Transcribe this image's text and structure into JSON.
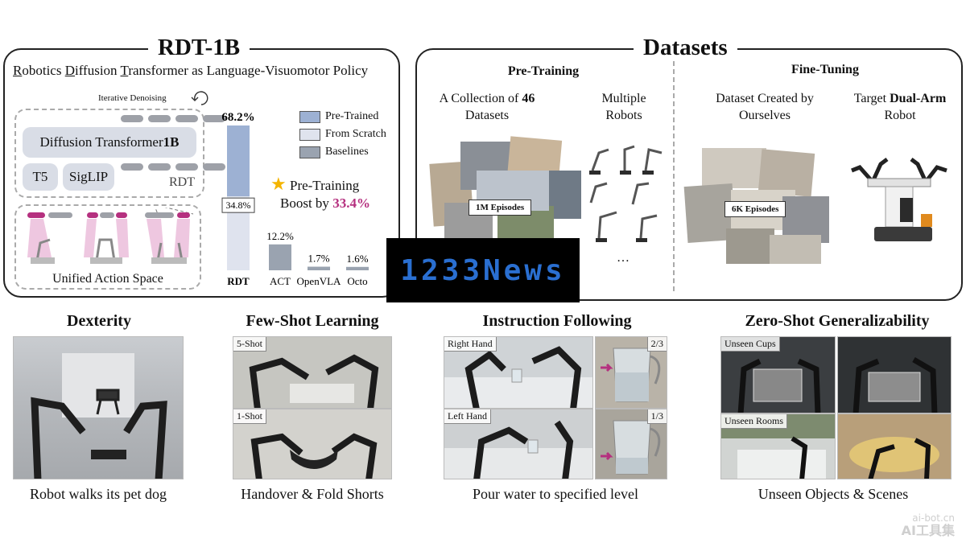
{
  "rdt": {
    "title": "RDT-1B",
    "subtitle_parts": [
      "R",
      "obotics ",
      "D",
      "iffusion ",
      "T",
      "ransformer as Language-Visuomotor Policy"
    ],
    "iterative_denoising": "Iterative Denoising",
    "diffusion_transformer": "Diffusion Transformer ",
    "diffusion_size": "1B",
    "t5": "T5",
    "siglip": "SigLIP",
    "rdt_label": "RDT",
    "unified_action_space": "Unified Action Space"
  },
  "chart_data": {
    "type": "bar",
    "categories": [
      "RDT",
      "ACT",
      "OpenVLA",
      "Octo"
    ],
    "series": [
      {
        "name": "Pre-Trained",
        "values": [
          68.2,
          null,
          null,
          null
        ]
      },
      {
        "name": "From Scratch",
        "values": [
          34.8,
          null,
          null,
          null
        ]
      },
      {
        "name": "Baselines",
        "values": [
          null,
          12.2,
          1.7,
          1.6
        ]
      }
    ],
    "value_labels": [
      "68.2%",
      "34.8%",
      "12.2%",
      "1.7%",
      "1.6%"
    ],
    "ylim": [
      0,
      68.2
    ],
    "colors": {
      "Pre-Trained": "#9db1d3",
      "From Scratch": "#dfe3ee",
      "Baselines": "#9aa3b0"
    },
    "legend_placement": "top-right",
    "annotation": {
      "text": "Pre-Training",
      "text2": "Boost by ",
      "value": "33.4%"
    }
  },
  "datasets": {
    "title": "Datasets",
    "pretraining": "Pre-Training",
    "finetuning": "Fine-Tuning",
    "collection_a": "A Collection of ",
    "collection_n": "46",
    "collection_b": "Datasets",
    "multiple": "Multiple",
    "robots": "Robots",
    "episodes_1m": "1M Episodes",
    "ellipsis": "…",
    "created_a": "Dataset Created by",
    "created_b": "Ourselves",
    "target_a": "Target ",
    "target_b": "Dual-Arm",
    "target_c": "Robot",
    "episodes_6k": "6K Episodes"
  },
  "bottom": {
    "dexterity": {
      "title": "Dexterity",
      "caption": "Robot walks its pet dog"
    },
    "fewshot": {
      "title": "Few-Shot Learning",
      "caption": "Handover & Fold Shorts",
      "label1": "5-Shot",
      "label2": "1-Shot"
    },
    "instruction": {
      "title": "Instruction Following",
      "caption": "Pour water to specified level",
      "label1": "Right Hand",
      "label2": "Left Hand",
      "frac1": "2/3",
      "frac2": "1/3"
    },
    "zeroshot": {
      "title": "Zero-Shot Generalizability",
      "caption": "Unseen Objects & Scenes",
      "label1": "Unseen Cups",
      "label2": "Unseen Rooms"
    }
  },
  "watermark": {
    "text": "1233News",
    "site": "ai-bot.cn",
    "site_cn": "AI工具集"
  },
  "colors": {
    "accent_magenta": "#b5307f",
    "star": "#f4b400",
    "pretrained": "#9db1d3"
  }
}
